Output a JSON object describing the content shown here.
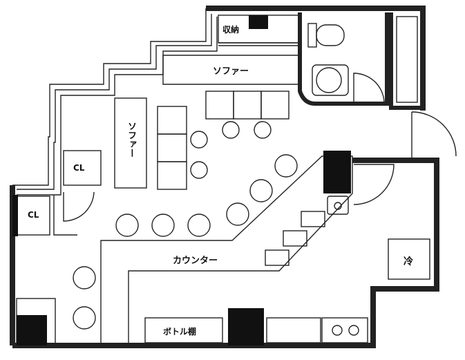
{
  "rooms": {
    "storage": "収納",
    "sofa_top": "ソファー",
    "sofa_left": "ソファー",
    "closet_1": "CL",
    "closet_2": "CL",
    "counter": "カウンター",
    "fridge": "冷",
    "bottle_shelf": "ボトル棚"
  },
  "colors": {
    "wall": "#111111",
    "line": "#222222",
    "background": "#ffffff"
  }
}
